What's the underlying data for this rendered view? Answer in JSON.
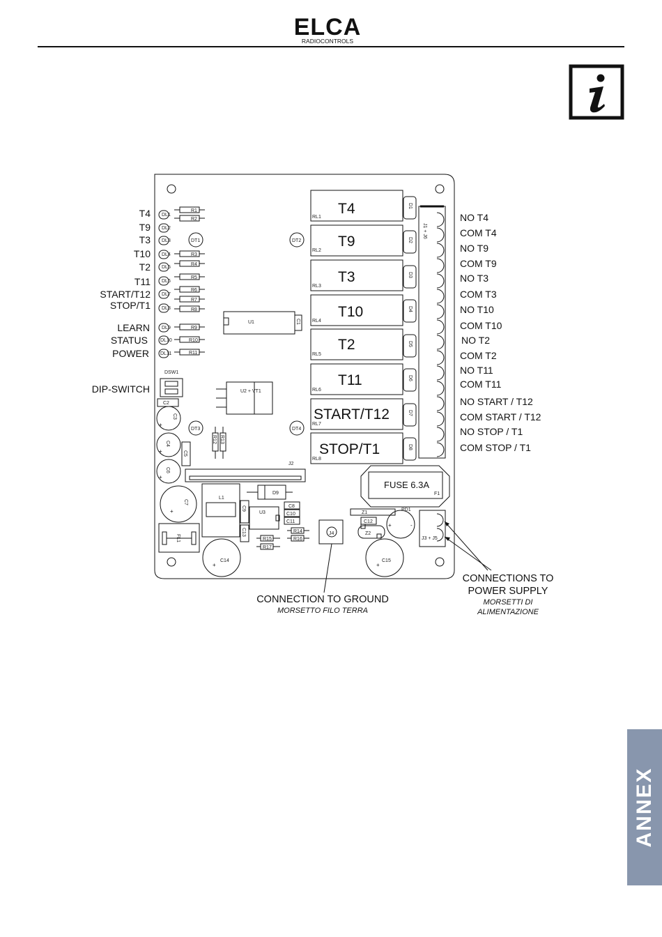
{
  "brand": {
    "name": "ELCA",
    "sub": "RADIOCONTROLS"
  },
  "info_icon": "info-icon",
  "left_labels": [
    "T4",
    "T9",
    "T3",
    "T10",
    "T2",
    "T11",
    "START/T12",
    "STOP/T1",
    "LEARN",
    "STATUS",
    "POWER",
    "DIP-SWITCH"
  ],
  "right_labels": [
    "NO T4",
    "COM T4",
    "NO T9",
    "COM T9",
    "NO T3",
    "COM T3",
    "NO T10",
    "COM T10",
    "NO T2",
    "COM T2",
    "NO T11",
    "COM T11",
    "NO START / T12",
    "COM START / T12",
    "NO STOP / T1",
    "COM STOP / T1"
  ],
  "relays": [
    {
      "name": "T4",
      "ref": "RL1"
    },
    {
      "name": "T9",
      "ref": "RL2"
    },
    {
      "name": "T3",
      "ref": "RL3"
    },
    {
      "name": "T10",
      "ref": "RL4"
    },
    {
      "name": "T2",
      "ref": "RL5"
    },
    {
      "name": "T11",
      "ref": "RL6"
    },
    {
      "name": "START/T12",
      "ref": "RL7"
    },
    {
      "name": "STOP/T1",
      "ref": "RL8"
    }
  ],
  "leds": [
    "DL1",
    "DL2",
    "DL3",
    "DL4",
    "DL5",
    "DL6",
    "DL7",
    "DL8",
    "DL9",
    "DL10",
    "DL11"
  ],
  "resistors": [
    "R1",
    "R2",
    "R3",
    "R4",
    "R5",
    "R6",
    "R7",
    "R8",
    "R9",
    "R10",
    "R11"
  ],
  "diodes": [
    "D1",
    "D2",
    "D3",
    "D4",
    "D5",
    "D6",
    "D7",
    "D8"
  ],
  "components": {
    "dt1": "DT1",
    "dt2": "DT2",
    "dt3": "DT3",
    "dt4": "DT4",
    "u1": "U1",
    "c1": "C1",
    "dsw1": "DSW1",
    "c2": "C2",
    "c3": "C3",
    "c4": "C4",
    "c5": "C5",
    "c6": "C6",
    "u2": "U2 + VT1",
    "r12": "R12",
    "r13": "R13",
    "j2": "J2",
    "c7": "C7",
    "l1": "L1",
    "d9": "D9",
    "c9": "C9",
    "u3": "U3",
    "c8": "C8",
    "c10": "C10",
    "c11": "C11",
    "c13": "C13",
    "fl1": "FL1",
    "r14": "R14",
    "r16": "R16",
    "r15": "R15",
    "r17": "R17",
    "j4": "J4",
    "z1": "Z1",
    "c12": "C12",
    "z2": "Z2",
    "pd1": "PD1",
    "j3j5": "J3 + J5",
    "c14": "C14",
    "c15": "C15",
    "j1j6": "J1 + J6",
    "f1": "F1"
  },
  "fuse_label": "FUSE 6.3A",
  "ground": {
    "title": "CONNECTION TO GROUND",
    "subtitle": "MORSETTO FILO TERRA"
  },
  "power": {
    "title_1": "CONNECTIONS TO",
    "title_2": "POWER SUPPLY",
    "subtitle_1": "MORSETTI DI",
    "subtitle_2": "ALIMENTAZIONE"
  },
  "annex_tab": "ANNEX",
  "colors": {
    "annex_tab": "#8896ad",
    "ink": "#111111"
  }
}
